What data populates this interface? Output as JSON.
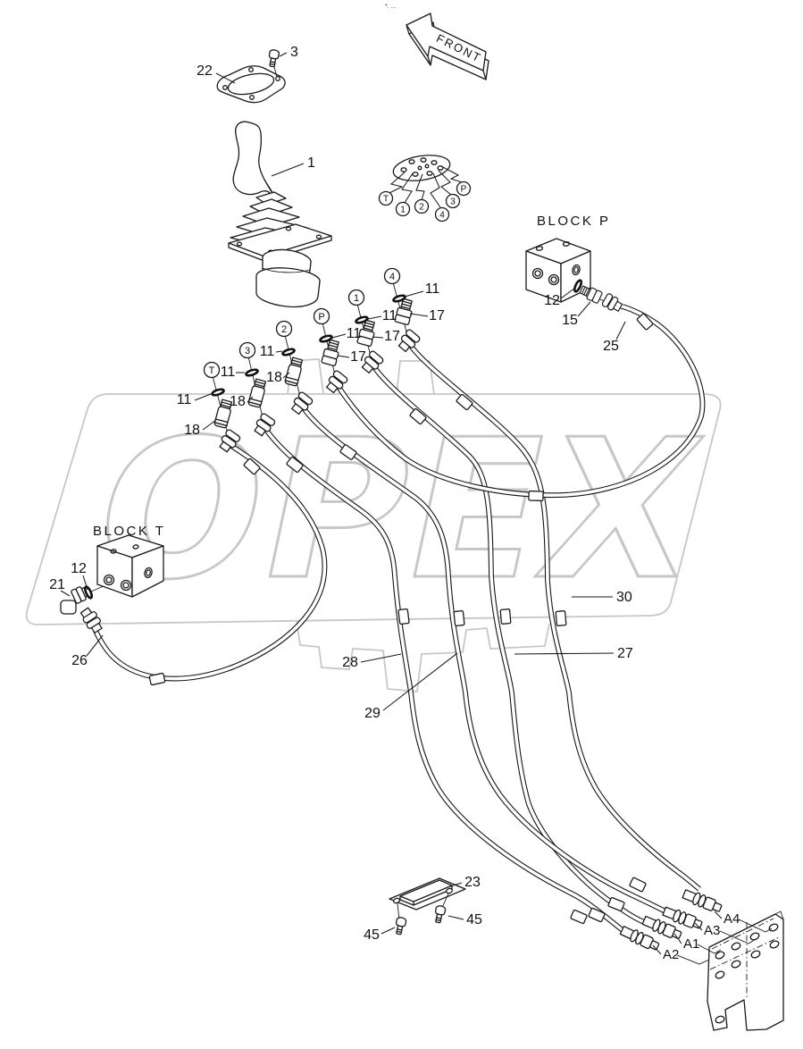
{
  "page": {
    "corner_marks": "*. ..."
  },
  "front_arrow": {
    "label": "FRONT"
  },
  "watermark": {
    "text": "OPEX"
  },
  "blocks": {
    "p": "BLOCK P",
    "t": "BLOCK T"
  },
  "ports_diagram": {
    "t": "T",
    "n1": "1",
    "n2": "2",
    "n4": "4",
    "n3": "3",
    "p": "P"
  },
  "ports_columns": {
    "t": "T",
    "n3": "3",
    "n2": "2",
    "p": "P",
    "n1": "1",
    "n4": "4"
  },
  "callouts": {
    "gasket": "22",
    "gasket_bolt": "3",
    "lever": "1",
    "oring_t": "11",
    "oring_3": "11",
    "oring_2": "11",
    "oring_p": "11",
    "oring_1": "11",
    "oring_4": "11",
    "adapter_t": "18",
    "adapter_3": "18",
    "adapter_2": "18",
    "adapter_p": "17",
    "adapter_1": "17",
    "adapter_4": "17",
    "blockp_oring": "12",
    "blockp_adapter": "15",
    "hose_25": "25",
    "blockt_oring": "12",
    "blockt_elbow": "21",
    "hose_26": "26",
    "hose_27": "27",
    "hose_28": "28",
    "hose_29": "29",
    "hose_30": "30",
    "bracket": "23",
    "bracket_bolt_left": "45",
    "bracket_bolt_right": "45"
  },
  "anchors": {
    "a1": "A1",
    "a2": "A2",
    "a3": "A3",
    "a4": "A4"
  }
}
